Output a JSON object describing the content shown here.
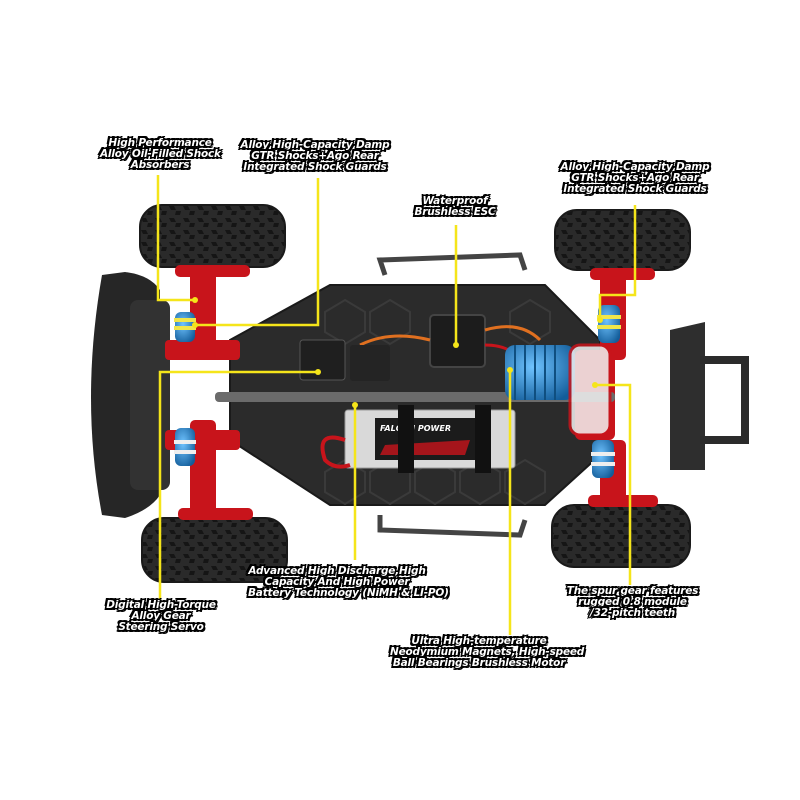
{
  "callouts": {
    "shocks_front": [
      "High Performance",
      "Alloy Oil-Filled Shock",
      "Absorbers"
    ],
    "damp_front": [
      "Alloy High-Capacity Damp",
      "GTR Shocks+Ago Rear",
      "Integrated Shock Guards"
    ],
    "esc": [
      "Waterproof",
      "Brushless ESC"
    ],
    "damp_rear": [
      "Alloy High-Capacity Damp",
      "GTR Shocks+Ago Rear",
      "Integrated Shock Guards"
    ],
    "battery": [
      "Advanced High Discharge,High",
      "Capacity And High Power",
      "Battery Technology (NiMH & LI-PO)"
    ],
    "servo": [
      "Digital High-Torque",
      "Alloy Gear",
      "Steering Servo"
    ],
    "spur_gear": [
      "The spur gear features",
      "rugged 0.8 module",
      "/32-pitch teeth"
    ],
    "motor": [
      "Ultra High-temperature",
      "Neodymium Magnets, High-speed",
      "Ball Bearings Brushless Motor"
    ]
  },
  "battery_brand": "FALCON POWER",
  "colors": {
    "leader": "#f5e51a",
    "chassis": "#2b2b2b",
    "red_part": "#c8141b",
    "blue_part": "#2a8fd6",
    "tire": "#262626"
  }
}
